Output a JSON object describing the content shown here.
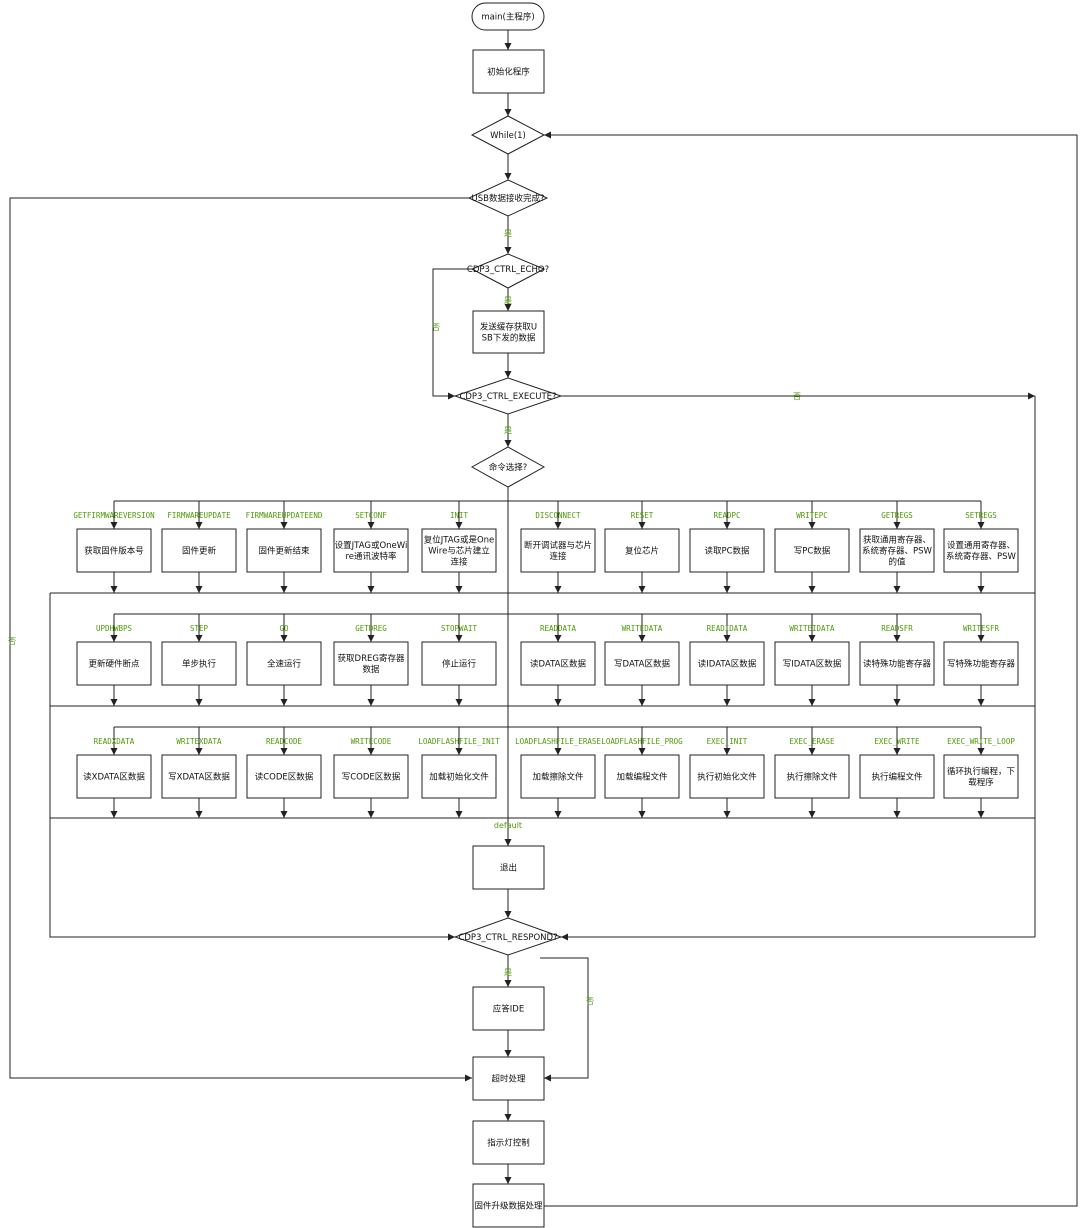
{
  "flow": {
    "start": "main(主程序)",
    "init": "初始化程序",
    "loop": "While(1)",
    "usb_check": "USB数据接收完成?",
    "echo_check": "CDP3_CTRL_ECHO?",
    "send_buffer": "发送缓存获取USB下发的数据",
    "execute_check": "CDP3_CTRL_EXECUTE?",
    "cmd_select": "命令选择?",
    "exit": "退出",
    "respond_check": "CDP3_CTRL_RESPOND?",
    "answer_ide": "应答IDE",
    "timeout": "超时处理",
    "led": "指示灯控制",
    "fw_upgrade": "固件升级数据处理"
  },
  "edge_labels": {
    "yes": "是",
    "no": "否",
    "default": "default"
  },
  "commands": [
    [
      {
        "case": "GETFIRMWAREVERSION",
        "action": "获取固件版本号"
      },
      {
        "case": "FIRMWAREUPDATE",
        "action": "固件更新"
      },
      {
        "case": "FIRMWAREUPDATEEND",
        "action": "固件更新结束"
      },
      {
        "case": "SETCONF",
        "action": "设置JTAG或OneWire通讯波特率"
      },
      {
        "case": "INIT",
        "action": "复位JTAG或是OneWire与芯片建立连接"
      },
      {
        "case": "DISCONNECT",
        "action": "断开调试器与芯片连接"
      },
      {
        "case": "RESET",
        "action": "复位芯片"
      },
      {
        "case": "READPC",
        "action": "读取PC数据"
      },
      {
        "case": "WRITEPC",
        "action": "写PC数据"
      },
      {
        "case": "GETREGS",
        "action": "获取通用寄存器、系统寄存器、PSW的值"
      },
      {
        "case": "SETREGS",
        "action": "设置通用寄存器、系统寄存器、PSW"
      }
    ],
    [
      {
        "case": "UPDHWBPS",
        "action": "更新硬件断点"
      },
      {
        "case": "STEP",
        "action": "单步执行"
      },
      {
        "case": "GO",
        "action": "全速运行"
      },
      {
        "case": "GETDREG",
        "action": "获取DREG寄存器数据"
      },
      {
        "case": "STOPWAIT",
        "action": "停止运行"
      },
      {
        "case": "READDATA",
        "action": "读DATA区数据"
      },
      {
        "case": "WRITEDATA",
        "action": "写DATA区数据"
      },
      {
        "case": "READIDATA",
        "action": "读IDATA区数据"
      },
      {
        "case": "WRITEIDATA",
        "action": "写IDATA区数据"
      },
      {
        "case": "READSFR",
        "action": "读特殊功能寄存器"
      },
      {
        "case": "WRITESFR",
        "action": "写特殊功能寄存器"
      }
    ],
    [
      {
        "case": "READXDATA",
        "action": "读XDATA区数据"
      },
      {
        "case": "WRITEXDATA",
        "action": "写XDATA区数据"
      },
      {
        "case": "READCODE",
        "action": "读CODE区数据"
      },
      {
        "case": "WRITECODE",
        "action": "写CODE区数据"
      },
      {
        "case": "LOADFLASHFILE_INIT",
        "action": "加载初始化文件"
      },
      {
        "case": "LOADFLASHFILE_ERASE",
        "action": "加载擦除文件"
      },
      {
        "case": "LOADFLASHFILE_PROG",
        "action": "加载编程文件"
      },
      {
        "case": "EXEC_INIT",
        "action": "执行初始化文件"
      },
      {
        "case": "EXEC_ERASE",
        "action": "执行擦除文件"
      },
      {
        "case": "EXEC_WRITE",
        "action": "执行编程文件"
      },
      {
        "case": "EXEC_WRITE_LOOP",
        "action": "循环执行编程，下载程序"
      }
    ]
  ]
}
